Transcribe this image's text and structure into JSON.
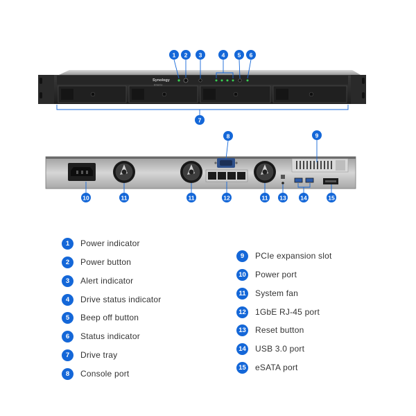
{
  "brand": {
    "logo": "Synology",
    "model": "RS820+"
  },
  "callouts": [
    {
      "num": "1"
    },
    {
      "num": "2"
    },
    {
      "num": "3"
    },
    {
      "num": "4"
    },
    {
      "num": "5"
    },
    {
      "num": "6"
    },
    {
      "num": "7"
    },
    {
      "num": "8"
    },
    {
      "num": "9"
    },
    {
      "num": "10"
    },
    {
      "num": "11"
    },
    {
      "num": "11"
    },
    {
      "num": "12"
    },
    {
      "num": "11"
    },
    {
      "num": "13"
    },
    {
      "num": "14"
    },
    {
      "num": "15"
    }
  ],
  "legend": [
    {
      "num": "1",
      "label": "Power indicator"
    },
    {
      "num": "2",
      "label": "Power button"
    },
    {
      "num": "3",
      "label": "Alert indicator"
    },
    {
      "num": "4",
      "label": "Drive status indicator"
    },
    {
      "num": "5",
      "label": "Beep off button"
    },
    {
      "num": "6",
      "label": "Status indicator"
    },
    {
      "num": "7",
      "label": "Drive tray"
    },
    {
      "num": "8",
      "label": "Console port"
    },
    {
      "num": "9",
      "label": "PCIe expansion slot"
    },
    {
      "num": "10",
      "label": "Power port"
    },
    {
      "num": "11",
      "label": "System fan"
    },
    {
      "num": "12",
      "label": "1GbE RJ-45 port"
    },
    {
      "num": "13",
      "label": "Reset button"
    },
    {
      "num": "14",
      "label": "USB 3.0 port"
    },
    {
      "num": "15",
      "label": "eSATA port"
    }
  ],
  "colors": {
    "accent": "#1467d8",
    "chassis": "#2b2b2b",
    "led": "#39d353"
  }
}
